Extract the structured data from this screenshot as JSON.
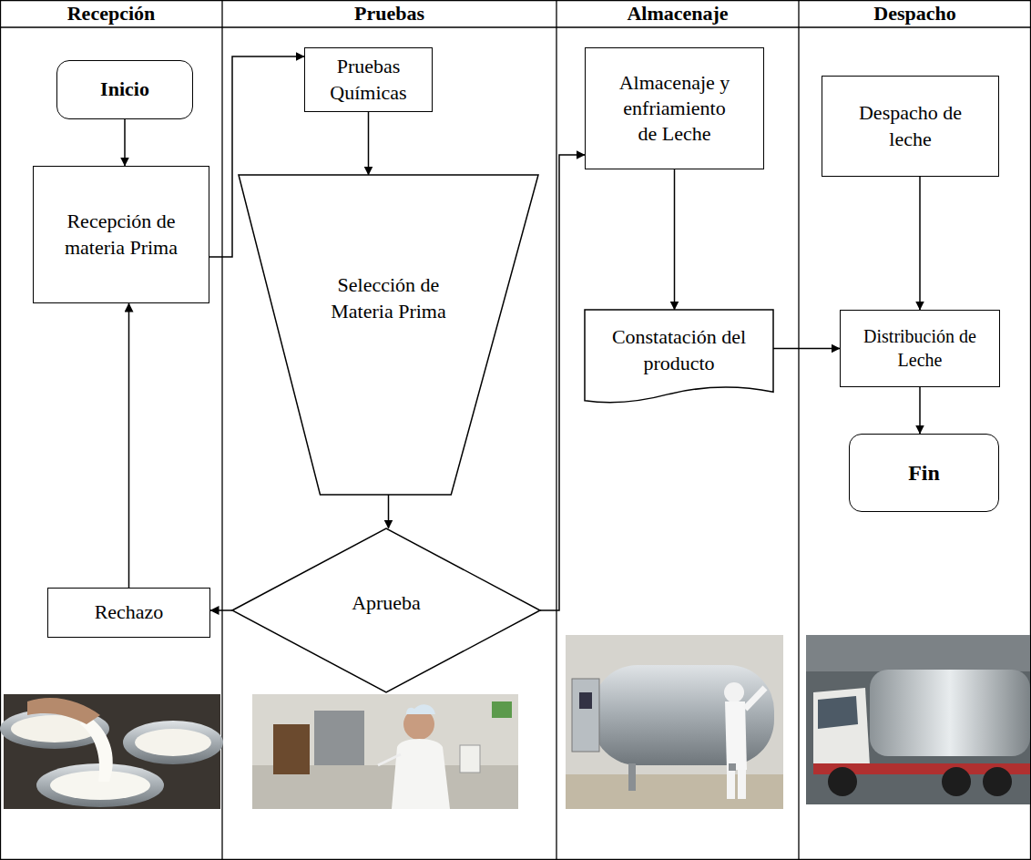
{
  "diagram": {
    "nodes": [
      {
        "text": [
          "Inicio"
        ]
      },
      {
        "text": [
          "Recepción de materia Prima"
        ]
      },
      {
        "text": [
          "Pruebas Químicas"
        ]
      },
      {
        "text": [
          "Selección de Materia Prima"
        ]
      },
      {
        "text": [
          "Aprueba"
        ]
      },
      {
        "text": [
          "Rechazo"
        ]
      },
      {
        "text": [
          "Almacenaje y enfriamiento de Leche"
        ]
      },
      {
        "text": [
          "Constatación del producto"
        ]
      },
      {
        "text": [
          "Despacho de leche"
        ]
      },
      {
        "text": [
          "Distribución de Leche"
        ]
      },
      {
        "text": [
          "Fin"
        ]
      }
    ],
    "edges": [
      {
        "from": 0,
        "to": 1,
        "arrow": "to"
      },
      {
        "from": 1,
        "to": 2,
        "arrow": "to"
      },
      {
        "from": 2,
        "to": 3,
        "arrow": "to"
      },
      {
        "from": 3,
        "to": 4,
        "arrow": "to"
      },
      {
        "from": 4,
        "to": 5,
        "arrow": "to"
      },
      {
        "from": 5,
        "to": 1,
        "arrow": "to"
      },
      {
        "from": 4,
        "to": 6,
        "arrow": "to"
      },
      {
        "from": 6,
        "to": 7,
        "arrow": "to"
      },
      {
        "from": 7,
        "to": 9,
        "arrow": "to"
      },
      {
        "from": 8,
        "to": 9,
        "arrow": "to"
      },
      {
        "from": 9,
        "to": 10,
        "arrow": "to"
      }
    ],
    "labels": [
      "Recepción",
      "Pruebas",
      "Almacenaje",
      "Despacho"
    ]
  }
}
